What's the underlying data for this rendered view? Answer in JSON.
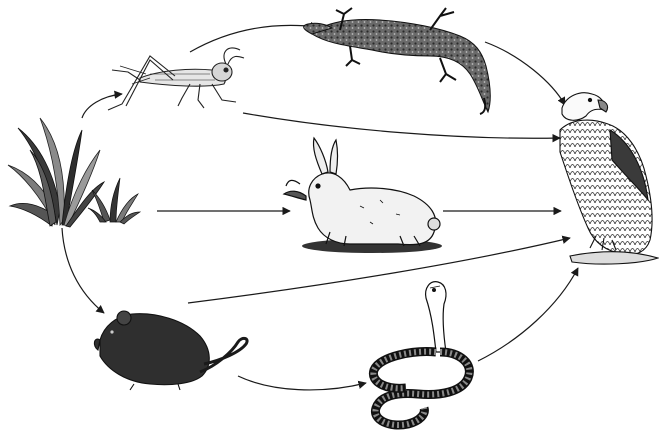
{
  "diagram": {
    "type": "food-web",
    "organisms": [
      {
        "id": "grass",
        "icon": "grass-icon"
      },
      {
        "id": "grasshopper",
        "icon": "grasshopper-icon"
      },
      {
        "id": "lizard",
        "icon": "lizard-icon"
      },
      {
        "id": "rabbit",
        "icon": "rabbit-icon"
      },
      {
        "id": "mouse",
        "icon": "mouse-icon"
      },
      {
        "id": "snake",
        "icon": "snake-icon"
      },
      {
        "id": "eagle",
        "icon": "eagle-icon"
      }
    ],
    "links": [
      {
        "from": "grass",
        "to": "grasshopper"
      },
      {
        "from": "grass",
        "to": "rabbit"
      },
      {
        "from": "grass",
        "to": "mouse"
      },
      {
        "from": "grasshopper",
        "to": "lizard"
      },
      {
        "from": "grasshopper",
        "to": "eagle"
      },
      {
        "from": "lizard",
        "to": "eagle"
      },
      {
        "from": "rabbit",
        "to": "eagle"
      },
      {
        "from": "mouse",
        "to": "eagle"
      },
      {
        "from": "mouse",
        "to": "snake"
      },
      {
        "from": "snake",
        "to": "eagle"
      }
    ],
    "colors": {
      "ink": "#1a1a1a",
      "shade": "#555555",
      "light": "#999999",
      "grass_dark": "#2f2f2f",
      "grass_light": "#8a8a8a"
    }
  }
}
